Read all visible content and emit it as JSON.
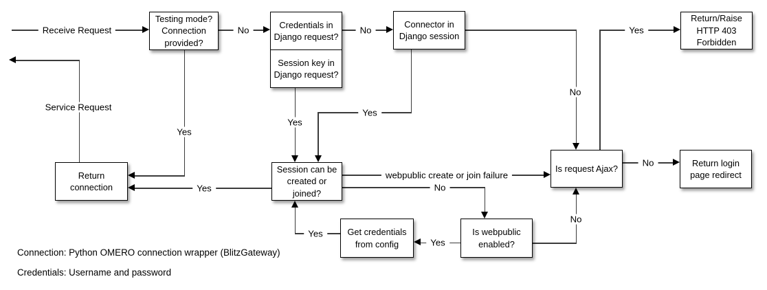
{
  "nodes": {
    "testing_mode": "Testing mode?\nConnection\nprovided?",
    "credentials_in_request": "Credentials in\nDjango request?",
    "session_key_in_request": "Session key in\nDjango request?",
    "connector_in_session": "Connector in\nDjango session",
    "return_http_403": "Return/Raise\nHTTP 403\nForbidden",
    "return_connection": "Return\nconnection",
    "session_created_joined": "Session can be\ncreated or\njoined?",
    "is_request_ajax": "Is request Ajax?",
    "return_login_redirect": "Return login\npage redirect",
    "get_credentials_config": "Get credentials\nfrom config",
    "is_webpublic_enabled": "Is webpublic\nenabled?"
  },
  "edge_labels": {
    "receive_request": "Receive Request",
    "service_request": "Service Request",
    "yes": "Yes",
    "no": "No",
    "webpublic_failure": "webpublic create or join failure"
  },
  "notes": {
    "connection": "Connection: Python OMERO connection wrapper (BlitzGateway)",
    "credentials": "Credentials: Username and password"
  }
}
